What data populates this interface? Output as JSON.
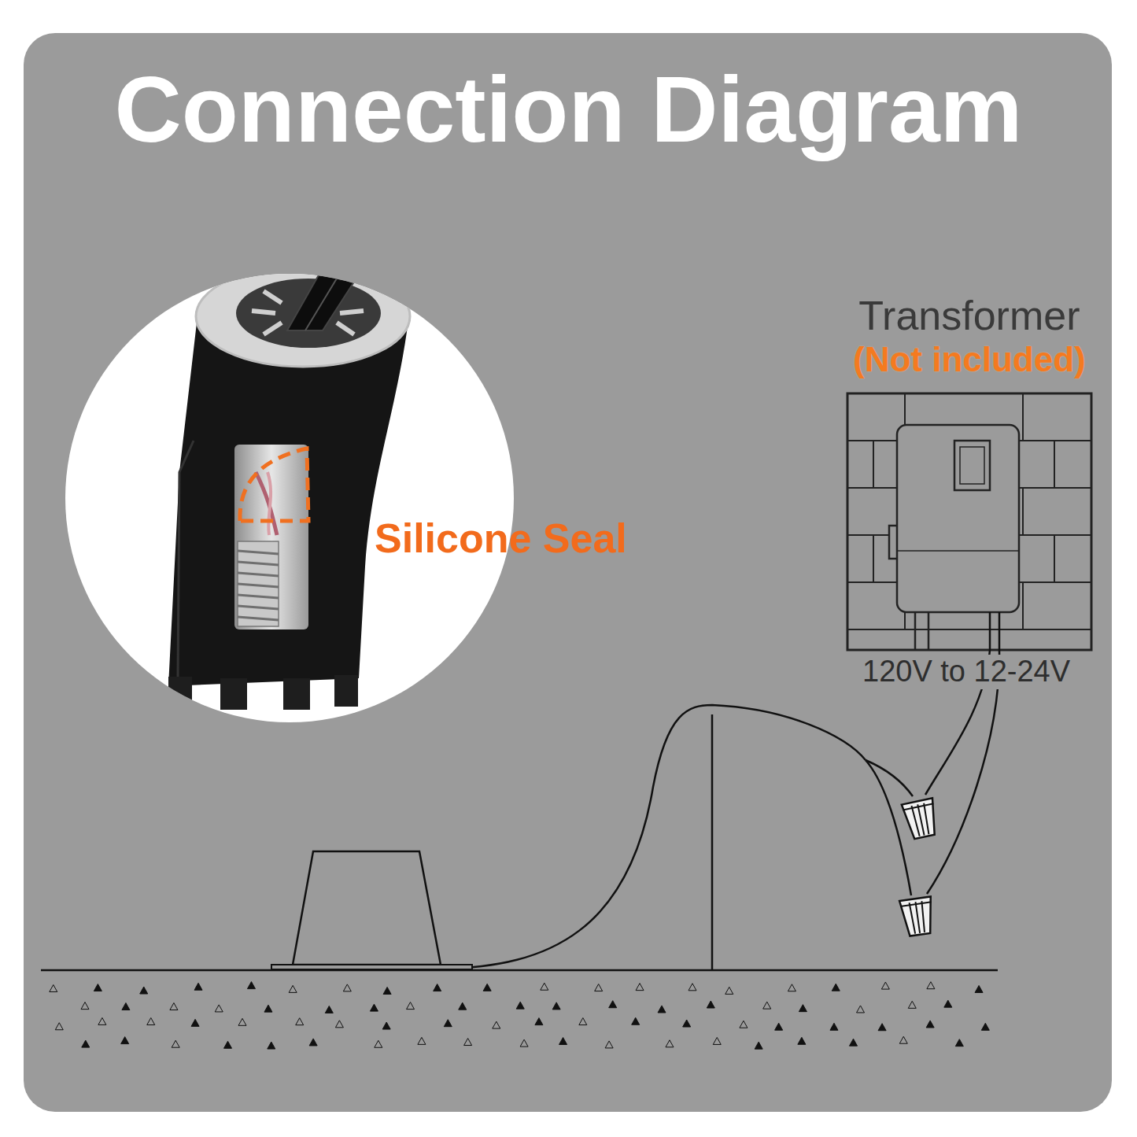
{
  "diagram": {
    "title": "Connection Diagram",
    "nodes": [
      {
        "text": [
          "Transformer",
          "(Not included)"
        ]
      }
    ],
    "labels": [
      "Silicone Seal",
      "120V to 12-24V"
    ]
  }
}
